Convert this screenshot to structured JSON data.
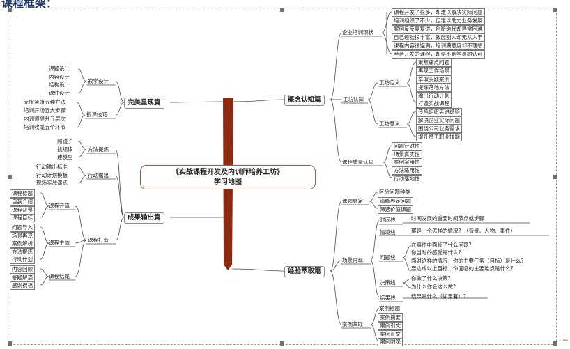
{
  "heading": "课程框架：",
  "center": {
    "line1": "《实战课程开发及内训师培养工坊》",
    "line2": "学习地图"
  },
  "branches": {
    "concept": "概念认知篇",
    "experience": "经验萃取篇",
    "perfect": "完美呈现篇",
    "output": "成果输出篇"
  },
  "concept": {
    "corp_label": "企业培训现状",
    "corp_items": [
      "课程开发了很多，却难以解决实际问题",
      "培训组织了不少，但难以助力业务发展",
      "案例反反复复讲，创新迭代却异常困难",
      "自己经验很丰富，教起别人却无从入手",
      "课程内容很饱满，培训满意度却不理想",
      "辛苦开发的课程，却得不到学员的认可"
    ],
    "workshop_label": "工坊认知",
    "def_label": "工坊定义",
    "def_items": [
      "聚焦痛点问题",
      "再现工作场景",
      "萃取实践案例",
      "提炼落地方法",
      "输出行动计划",
      "打造实战课程"
    ],
    "sig_label": "工坊意义",
    "sig_items": [
      "传承组织宪进经验",
      "解决企业实际问题",
      "围绕公司业务需求",
      "提升员工职业技能"
    ],
    "quality_label": "课程质量认知",
    "quality_items": [
      "问题针对性",
      "场景真实性",
      "案例实用性",
      "方法适用性",
      "行动落地性"
    ]
  },
  "experience": {
    "scope_label": "课题界定",
    "scope_items": [
      "区分问题种类",
      "清晰界定问题",
      "筛选价值课题"
    ],
    "scene_label": "场景再现",
    "time_label": "时间线",
    "time_item": "时间发展的重要时间节点或步骤",
    "emotion_label": "情境线",
    "emotion_item": "那是一个怎样的情况？（背景、人物、事件）",
    "question_label": "问题线",
    "question_items": [
      "在事件中面临了什么问题?",
      "你当时的感受是什么?",
      "面对这样的情况，你的主要任务（目标）是什么?",
      "要达成以上目标，你面临的主要难点是什么?"
    ],
    "decision_label": "决策线",
    "decision_items": [
      "你做了什么决策?",
      "为什么你会这么做?"
    ],
    "result_label": "结果线",
    "result_item": "结果是什么（如果有）？",
    "case_label": "案例萃取",
    "case_items": [
      "案例标题",
      "案例摘要",
      "案例引文",
      "案例正文",
      "案例附录"
    ]
  },
  "perfect": {
    "design_label": "教学设计",
    "design_items": [
      "课题设计",
      "内容设计",
      "结构设计",
      "课件设计"
    ],
    "skill_label": "授课技巧",
    "skill_items": [
      "克服紧张五种方法",
      "培训开场五大步骤",
      "内训师提升五层次",
      "培训收尾五个环节"
    ]
  },
  "output": {
    "method_label": "方法提炼",
    "method_items": [
      "照镜子",
      "找规律",
      "建模型"
    ],
    "action_label": "行动输出",
    "action_items": [
      "行动输出标准",
      "行动计划模板",
      "现场实战演练"
    ],
    "course_label": "课程打造",
    "chapter_label": "课程开篇",
    "chapter_items": [
      "课程标题",
      "自我介绍",
      "课程背景",
      "课程目标"
    ],
    "body_label": "课程主体",
    "body_items": [
      "问题导入",
      "场景再现",
      "案例解析",
      "方法提炼",
      "行动计划"
    ],
    "end_label": "课程结尾",
    "end_items": [
      "内容回顾",
      "答疑解惑",
      "感谢祝福"
    ]
  },
  "colors": {
    "trunk": "#8b2c12",
    "line": "#4a4a4a",
    "heading": "#1f3864"
  }
}
